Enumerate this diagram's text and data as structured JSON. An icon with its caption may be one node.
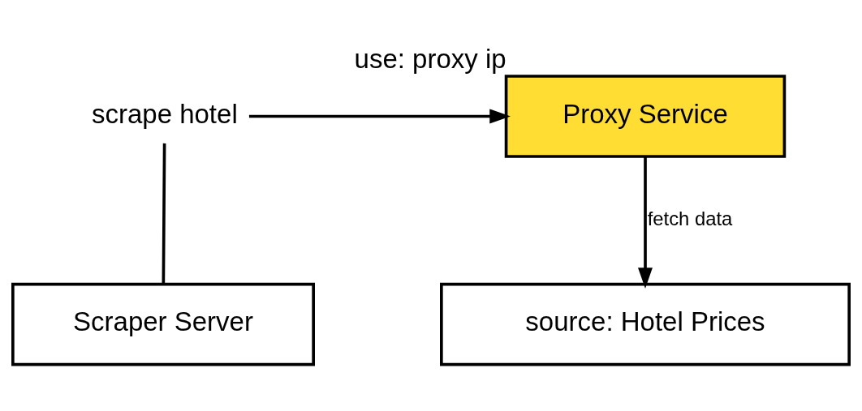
{
  "diagram": {
    "nodes": [
      {
        "text": [
          "scrape hotel"
        ]
      },
      {
        "text": [
          "Proxy Service"
        ],
        "beside": [
          "use: proxy ip"
        ]
      },
      {
        "text": [
          "Scraper Server"
        ]
      },
      {
        "text": [
          "source: Hotel Prices"
        ]
      }
    ],
    "edges": [
      {
        "from": 0,
        "to": 1,
        "arrow": "to"
      },
      {
        "from": 0,
        "to": 2,
        "arrow": "none"
      },
      {
        "from": 1,
        "to": 3,
        "arrow": "to",
        "label": "fetch data"
      }
    ]
  }
}
